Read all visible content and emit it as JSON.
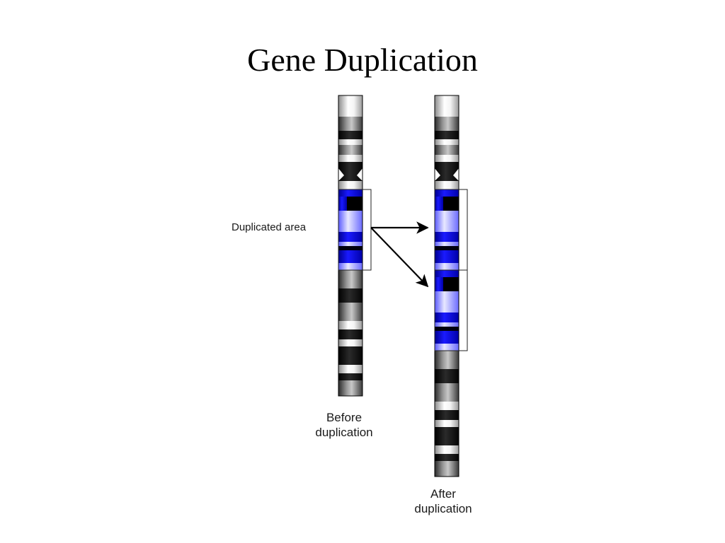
{
  "slide": {
    "title": "Gene Duplication"
  },
  "diagram": {
    "duplicated_area_label": "Duplicated area",
    "before_label": "Before\nduplication",
    "after_label": "After\nduplication",
    "colors": {
      "highlight_band": "#1010e0",
      "highlight_light": "#8a8aff",
      "dark_band": "#111111",
      "mid_band": "#6a6a6a",
      "light_band": "#e6e6e6",
      "arrow": "#000000"
    }
  }
}
